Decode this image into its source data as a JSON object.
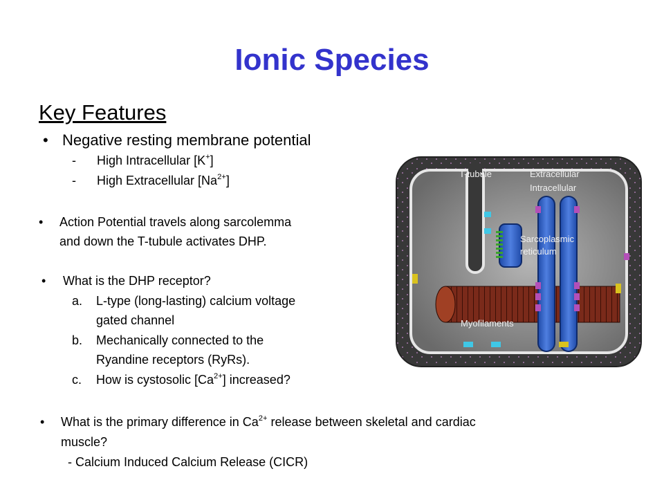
{
  "title": "Ionic Species",
  "key_features": "Key Features",
  "bullet_symbol": "•",
  "b1": {
    "text": "Negative resting membrane potential"
  },
  "b1_sub": [
    {
      "dash": "-",
      "pre": "High Intracellular [K",
      "sup": "+",
      "post": "]"
    },
    {
      "dash": "-",
      "pre": "High Extracellular [Na",
      "sup": "2+",
      "post": "]"
    }
  ],
  "b2": {
    "line1": "Action Potential travels along sarcolemma",
    "line2": "and down the T-tubule activates DHP."
  },
  "b3": {
    "text": "What is the DHP receptor?"
  },
  "b3_items": [
    {
      "marker": "a.",
      "line1": "L-type (long-lasting) calcium voltage",
      "line2": "gated channel"
    },
    {
      "marker": "b.",
      "line1": "Mechanically connected to the",
      "line2": "Ryandine receptors (RyRs)."
    },
    {
      "marker": "c.",
      "pre": "How is cystosolic [Ca",
      "sup": "2+",
      "post": "] increased?"
    }
  ],
  "b4": {
    "pre": "What is the primary difference in Ca",
    "sup": "2+",
    "post": " release between skeletal and cardiac",
    "line2": "muscle?",
    "line3": "- Calcium Induced Calcium Release (CICR)"
  },
  "figure": {
    "labels": {
      "t_tubule": "T-tubule",
      "extracellular": "Extracellular",
      "intracellular": "Intracellular",
      "sr_line1": "Sarcoplasmic",
      "sr_line2": "reticulum",
      "myofilaments": "Myofilaments"
    },
    "colors": {
      "outer": "#3a3a3a",
      "membrane": "#e6e6e6",
      "tubule": "#2f5fc4",
      "myofilament": "#7a2a1a",
      "dhp": "#d9c21e",
      "ryr": "#b34fb8",
      "cyan_channel": "#3fc7e6",
      "green_channel": "#3aa52a"
    }
  }
}
